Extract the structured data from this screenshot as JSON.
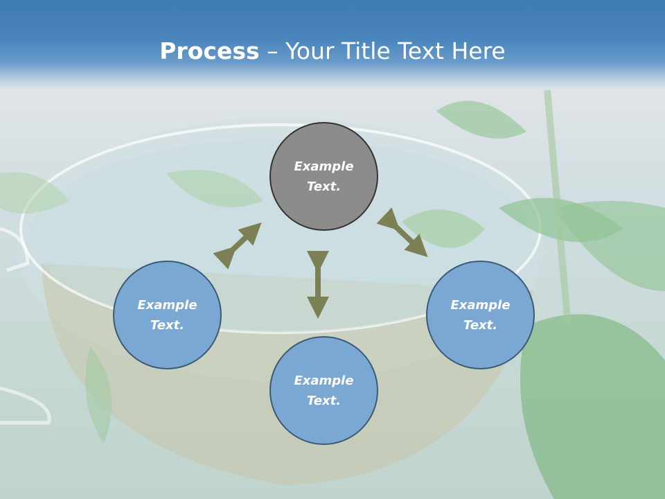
{
  "title": {
    "bold": "Process",
    "rest": " – Your Title Text Here"
  },
  "diagram": {
    "nodes": [
      {
        "id": "top",
        "label": "Example Text.",
        "style": "gray"
      },
      {
        "id": "left",
        "label": "Example Text.",
        "style": "blue"
      },
      {
        "id": "bottom",
        "label": "Example Text.",
        "style": "blue"
      },
      {
        "id": "right",
        "label": "Example Text.",
        "style": "blue"
      }
    ],
    "arrows": [
      "top-left",
      "top-right",
      "top-bottom"
    ],
    "colors": {
      "node_blue": "#7aa8d3",
      "node_gray": "#8c8c8c",
      "arrow": "#7d7f55",
      "header": "#4a86bd"
    },
    "background_image": "herbal tea cup with nettle leaves"
  }
}
